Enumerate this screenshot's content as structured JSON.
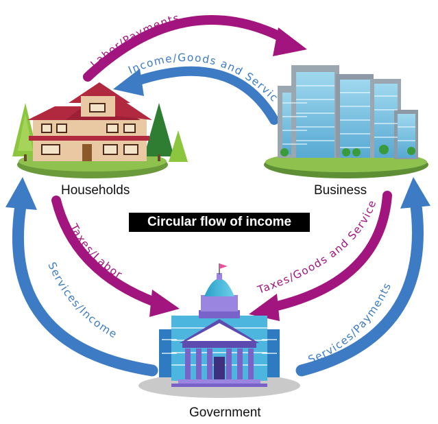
{
  "title": "Circular flow of income",
  "nodes": {
    "households": "Households",
    "business": "Business",
    "government": "Government"
  },
  "flows": {
    "labor_payments": "Labor/Payments",
    "income_goods_services": "Income/Goods and Services",
    "taxes_labor": "Taxes/Labor",
    "taxes_goods_services": "Taxes/Goods and Services",
    "services_income": "Services/Income",
    "services_payments": "Services/Payments"
  },
  "colors": {
    "magenta_arrow": "#a3157e",
    "blue_arrow": "#3d7cc4",
    "title_bg": "#000000",
    "title_text": "#ffffff"
  }
}
